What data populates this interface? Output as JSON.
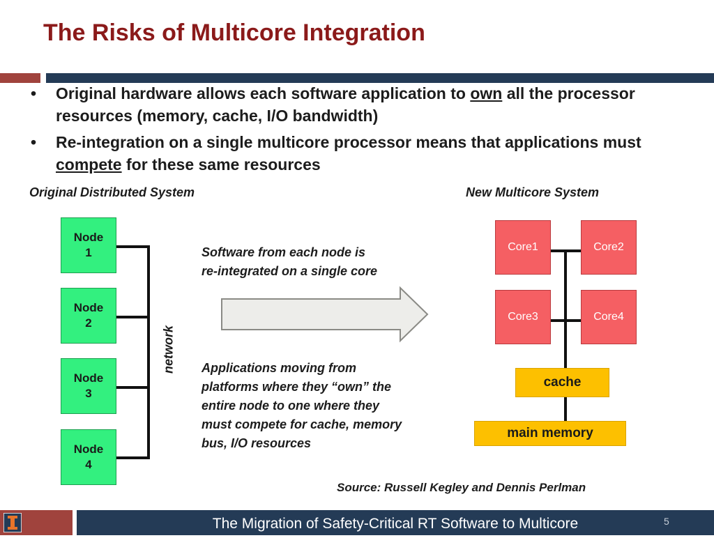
{
  "slide": {
    "title": "The Risks of Multicore Integration",
    "bullets": [
      {
        "before": "Original hardware allows each software application to ",
        "emph": "own",
        "after": " all the processor resources (memory, cache, I/O bandwidth)"
      },
      {
        "before": "Re-integration on a single multicore processor means that applications must ",
        "emph": "compete",
        "after": " for these same resources"
      }
    ],
    "bullet_char": "•"
  },
  "left_diagram": {
    "label": "Original Distributed System",
    "nodes": [
      {
        "line1": "Node",
        "line2": "1"
      },
      {
        "line1": "Node",
        "line2": "2"
      },
      {
        "line1": "Node",
        "line2": "3"
      },
      {
        "line1": "Node",
        "line2": "4"
      }
    ],
    "network_label": "network",
    "node_color": "#33f07f"
  },
  "middle": {
    "note_top_line1": "Software from each node is",
    "note_top_line2": "re-integrated on a single core",
    "note_bottom": [
      "Applications moving from",
      "platforms where they “own” the",
      "entire node to one where they",
      "must compete for cache, memory",
      "bus, I/O resources"
    ]
  },
  "right_diagram": {
    "label": "New Multicore System",
    "cores": [
      "Core1",
      "Core2",
      "Core3",
      "Core4"
    ],
    "cache_label": "cache",
    "memory_label": "main memory",
    "core_color": "#f55f63",
    "memory_color": "#fdc000"
  },
  "source": "Source: Russell Kegley and Dennis Perlman",
  "footer": {
    "text": "The Migration of Safety-Critical RT Software to Multicore",
    "page_number": "5",
    "logo_letter": "I",
    "accent_red": "#a0433d",
    "accent_blue": "#243b56"
  }
}
